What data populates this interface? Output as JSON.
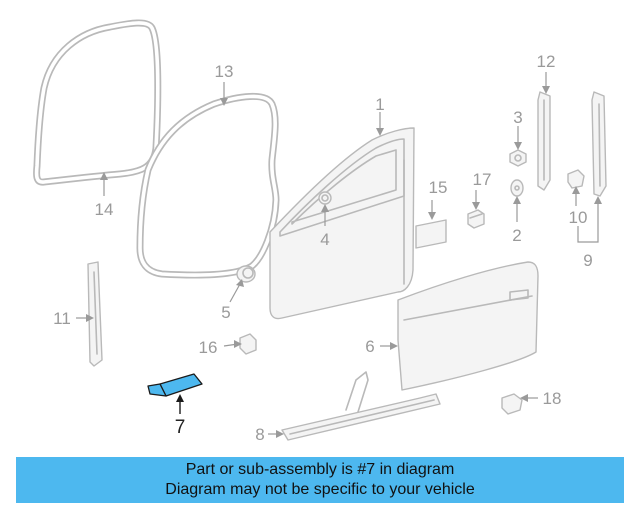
{
  "callouts": {
    "c1": "1",
    "c2": "2",
    "c3": "3",
    "c4": "4",
    "c5": "5",
    "c6": "6",
    "c7": "7",
    "c8": "8",
    "c9": "9",
    "c10": "10",
    "c11": "11",
    "c12": "12",
    "c13": "13",
    "c14": "14",
    "c15": "15",
    "c16": "16",
    "c17": "17",
    "c18": "18"
  },
  "highlight": {
    "part_number": "7",
    "color": "#4db8ef"
  },
  "banner": {
    "line1": "Part or sub-assembly is #7 in diagram",
    "line2": "Diagram may not be specific to your vehicle",
    "background": "#4db8ef"
  }
}
